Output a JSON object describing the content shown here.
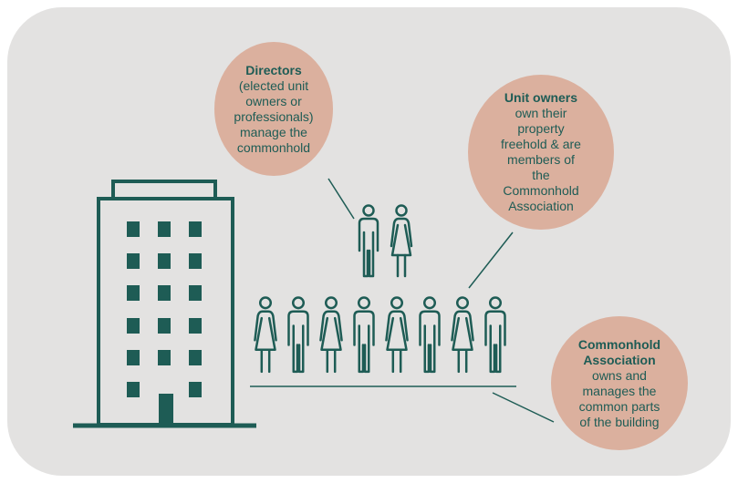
{
  "colors": {
    "background": "#e3e2e1",
    "bubble": "#dbb09e",
    "line_art": "#1e5c55",
    "text": "#1e5c55"
  },
  "bubbles": {
    "directors": {
      "title": "Directors",
      "lines": [
        "(elected unit",
        "owners or",
        "professionals)",
        "manage the",
        "commonhold"
      ]
    },
    "unit_owners": {
      "title": "Unit owners",
      "lines": [
        "own their",
        "property",
        "freehold & are",
        "members of",
        "the",
        "Commonhold",
        "Association"
      ]
    },
    "association": {
      "title_lines": [
        "Commonhold",
        "Association"
      ],
      "lines": [
        "owns and",
        "manages the",
        "common parts",
        "of the building"
      ]
    }
  },
  "icons": {
    "building": "apartment-building-icon",
    "directors": "two-people-icon",
    "owners": "group-of-people-icon"
  }
}
